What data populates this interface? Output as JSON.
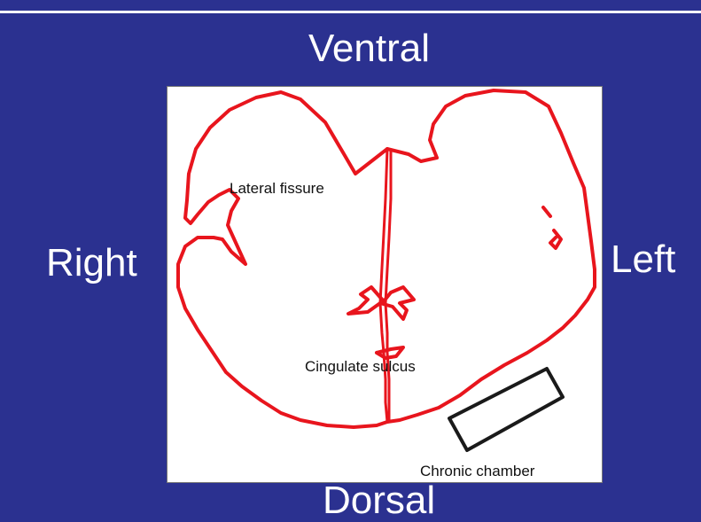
{
  "orientation": {
    "ventral": "Ventral",
    "right": "Right",
    "left": "Left",
    "dorsal": "Dorsal"
  },
  "annotations": {
    "lateral_fissure": "Lateral fissure",
    "cingulate_sulcus": "Cingulate sulcus",
    "chronic_chamber": "Chronic chamber"
  },
  "colors": {
    "background": "#2b3190",
    "outline": "#e8151d",
    "chamber": "#1a1a1a",
    "panel": "#ffffff"
  }
}
